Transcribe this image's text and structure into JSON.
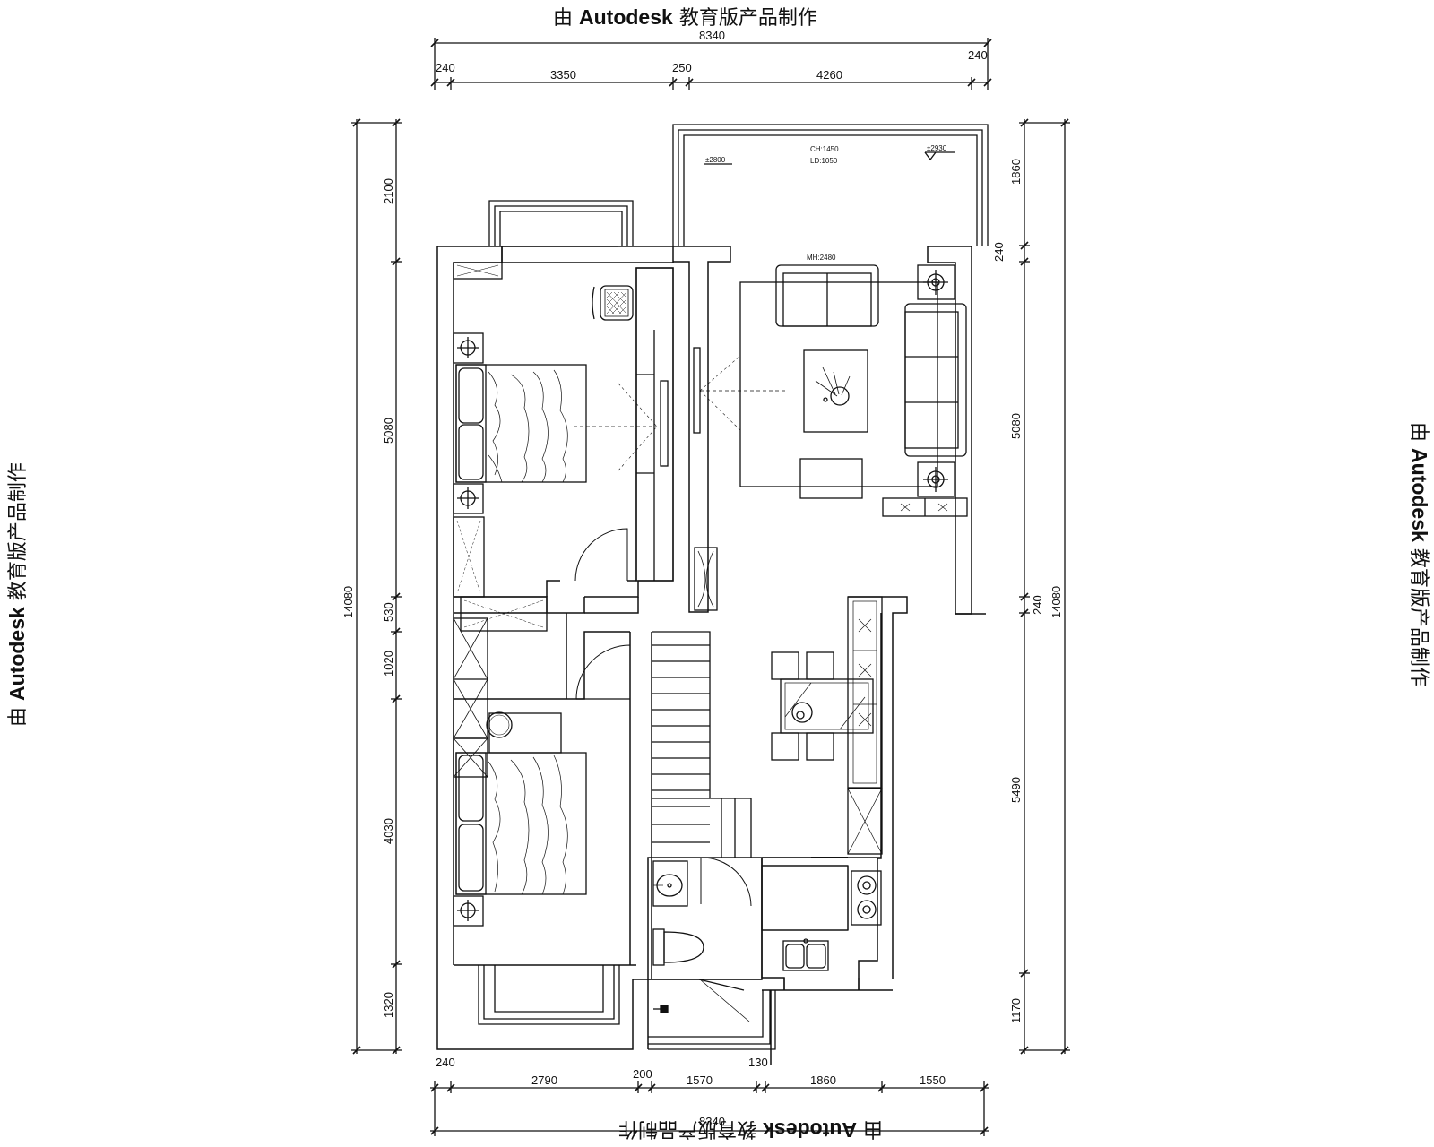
{
  "watermark": {
    "prefix": "由",
    "brand": "Autodesk",
    "suffix": "教育版产品制作"
  },
  "dimensions": {
    "top_total": "8340",
    "top_segments": [
      "240",
      "3350",
      "250",
      "4260",
      "240"
    ],
    "bottom_total": "8340",
    "bottom_segments": [
      "240",
      "2790",
      "200",
      "1570",
      "130",
      "1860",
      "1550"
    ],
    "left_total": "14080",
    "left_segments": [
      "2100",
      "5080",
      "530",
      "1020",
      "4030",
      "1320"
    ],
    "right_total": "14080",
    "right_segments": [
      "1860",
      "240",
      "5080",
      "240",
      "5490",
      "1170"
    ]
  },
  "annotations": {
    "balcony_ceiling": "CH:1450",
    "balcony_ld": "LD:1050",
    "level_left": "±2800",
    "level_right": "±2930",
    "living_mh": "MH:2480"
  }
}
